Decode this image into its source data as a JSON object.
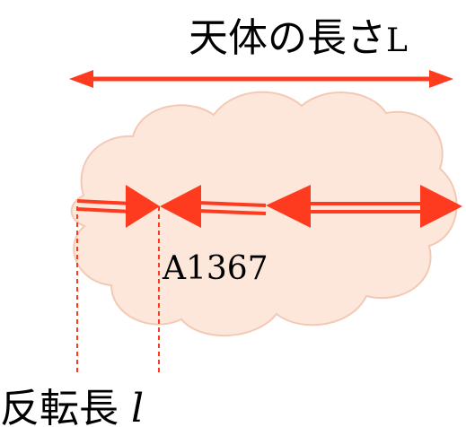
{
  "labels": {
    "body_length_prefix": "天体の長さ",
    "body_length_symbol": "L",
    "object_name": "A1367",
    "reversal_length_prefix": "反転長",
    "reversal_length_symbol": "l"
  },
  "colors": {
    "arrow": "#ff3b1f",
    "cloud_fill": "#fde7da",
    "cloud_stroke": "#f3c8b5",
    "dashed_line": "#ff3b1f",
    "text": "#000000"
  }
}
